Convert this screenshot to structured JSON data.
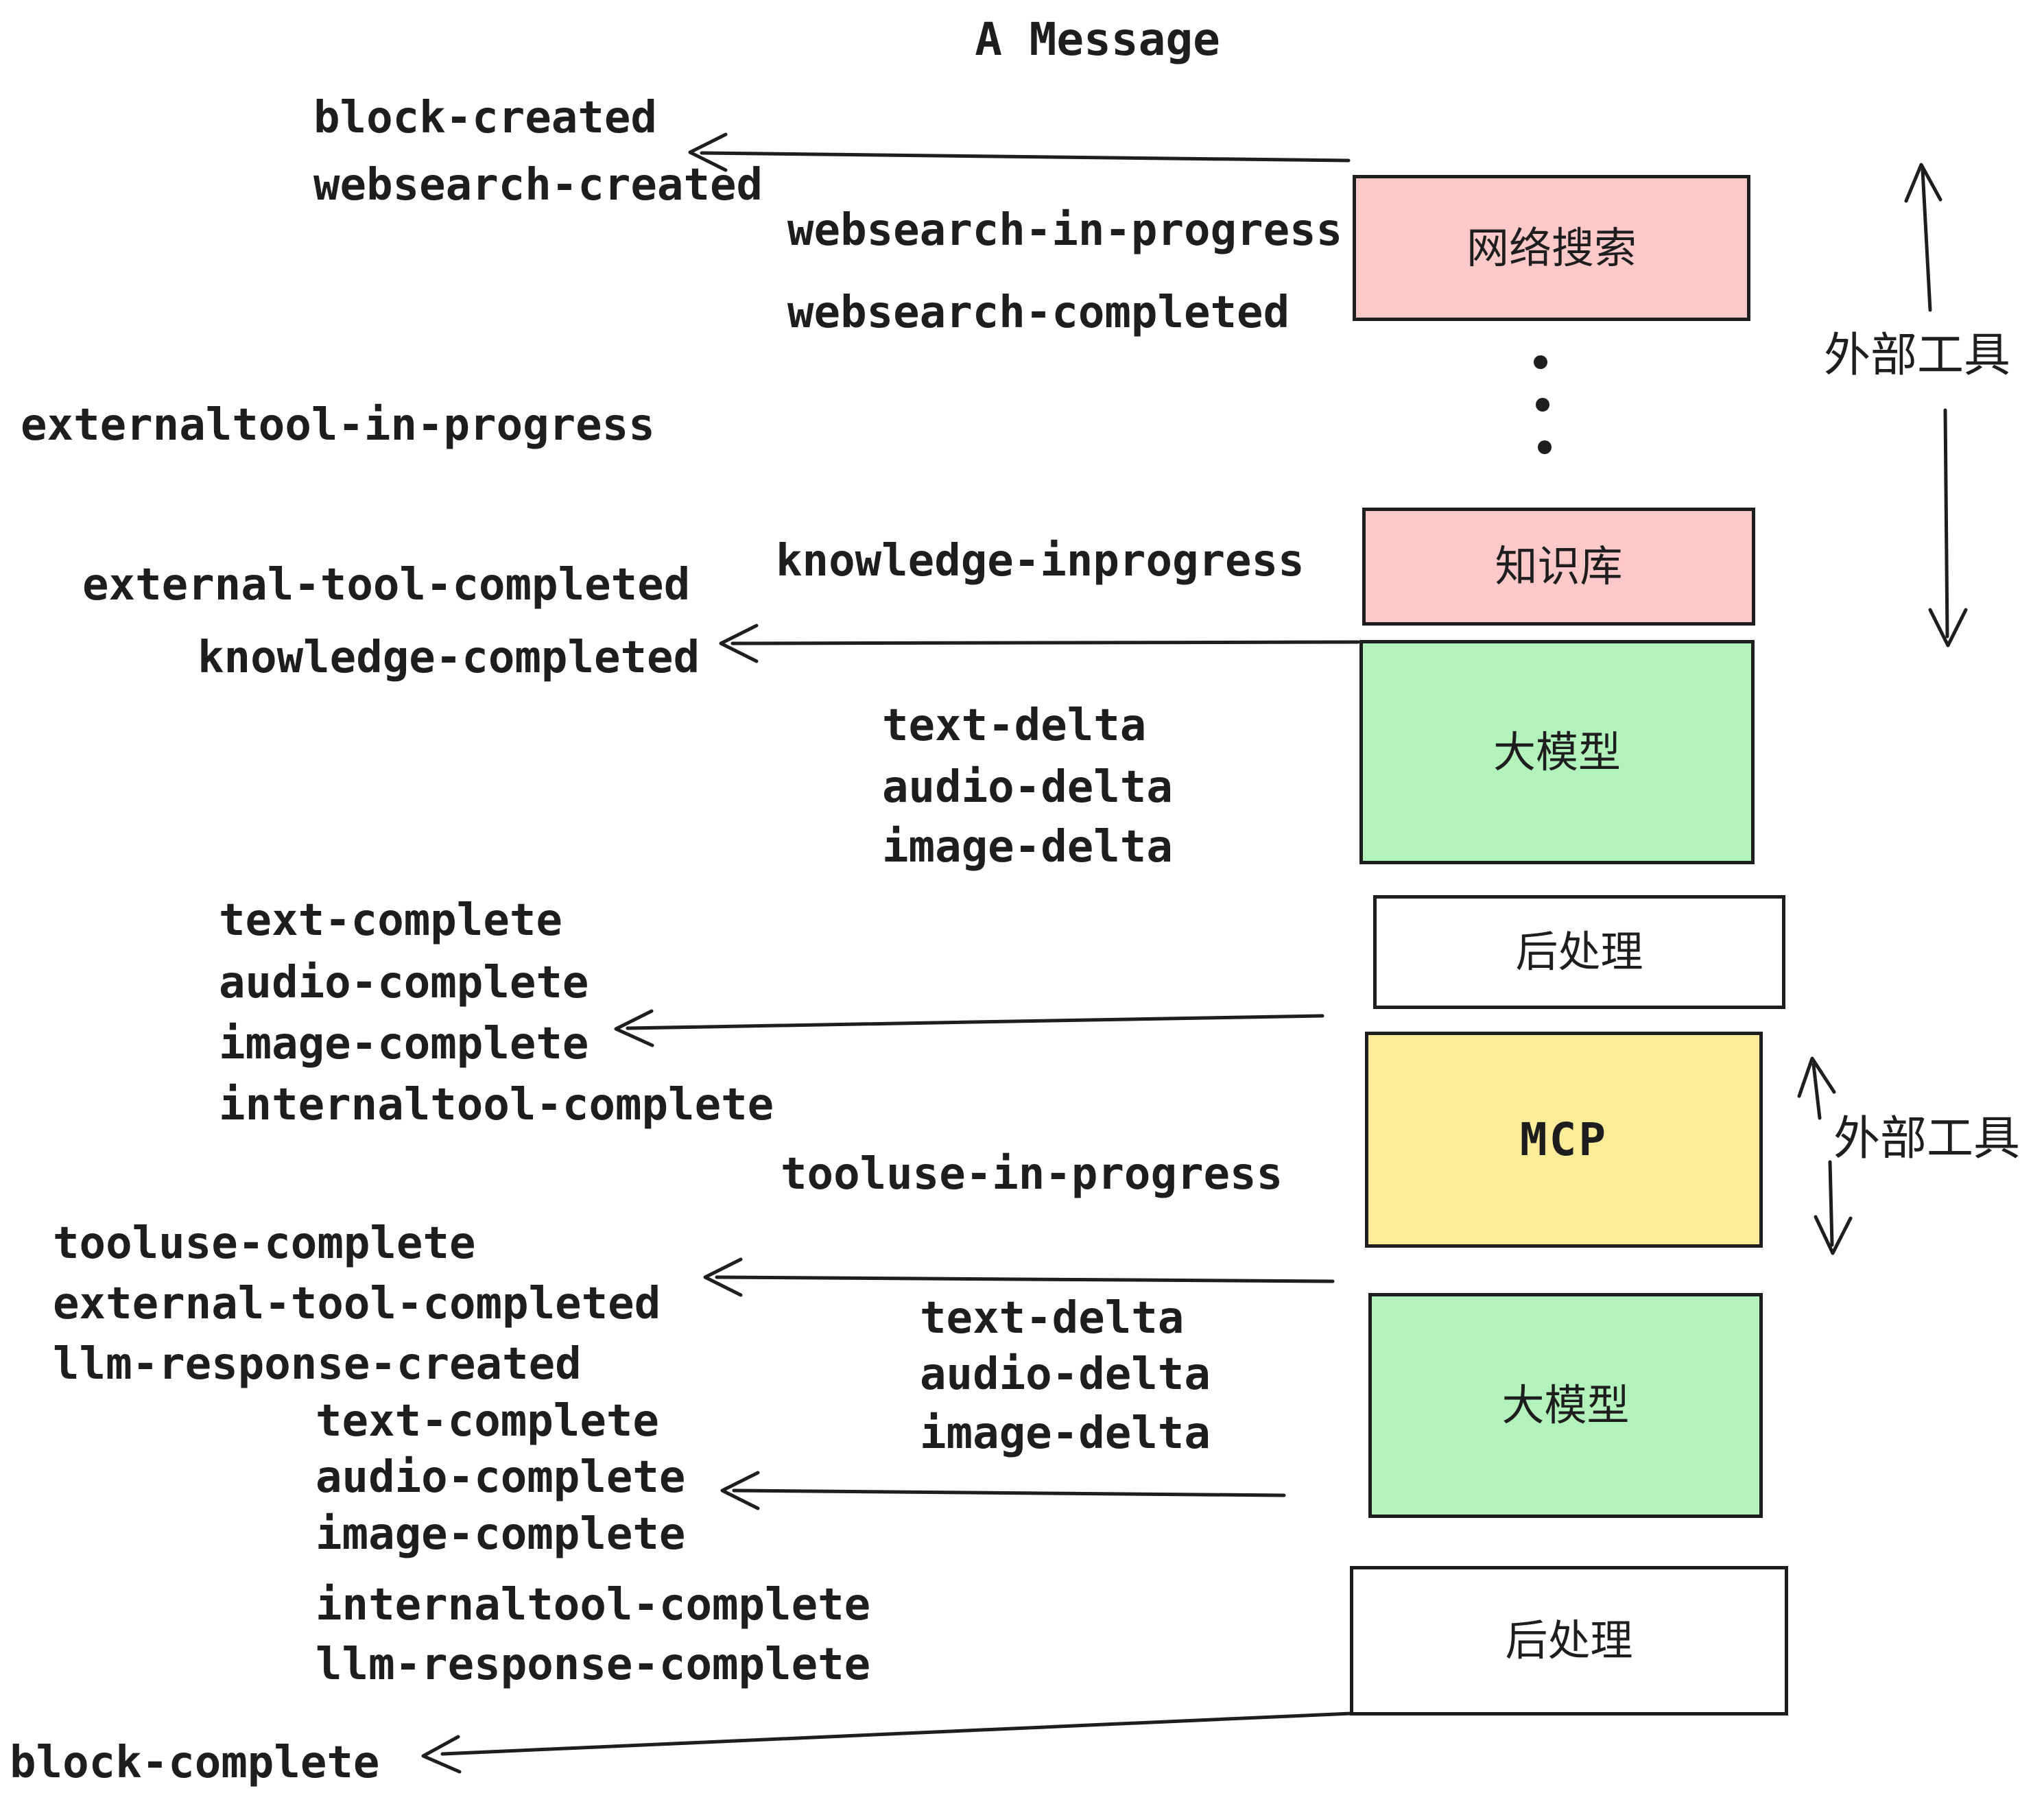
{
  "title": "A Message",
  "labels": {
    "block_created": "block-created",
    "websearch_created": "websearch-created",
    "websearch_in_progress": "websearch-in-progress",
    "websearch_completed": "websearch-completed",
    "externaltool_in_progress": "externaltool-in-progress",
    "knowledge_inprogress": "knowledge-inprogress",
    "external_tool_completed": "external-tool-completed",
    "knowledge_completed": "knowledge-completed",
    "text_delta": "text-delta",
    "audio_delta": "audio-delta",
    "image_delta": "image-delta",
    "text_complete": "text-complete",
    "audio_complete": "audio-complete",
    "image_complete": "image-complete",
    "internaltool_complete": "internaltool-complete",
    "tooluse_in_progress": "tooluse-in-progress",
    "tooluse_complete": "tooluse-complete",
    "llm_response_created": "llm-response-created",
    "llm_response_complete": "llm-response-complete",
    "block_complete": "block-complete",
    "external_tools": "外部工具"
  },
  "boxes": {
    "web_search": "网络搜索",
    "knowledge_base": "知识库",
    "llm": "大模型",
    "post_process": "后处理",
    "mcp": "MCP"
  },
  "colors": {
    "pink": "#ffc9c9",
    "green": "#b2f2bb",
    "yellow": "#ffec99",
    "ink": "#1e1e1e",
    "background": "#ffffff"
  }
}
